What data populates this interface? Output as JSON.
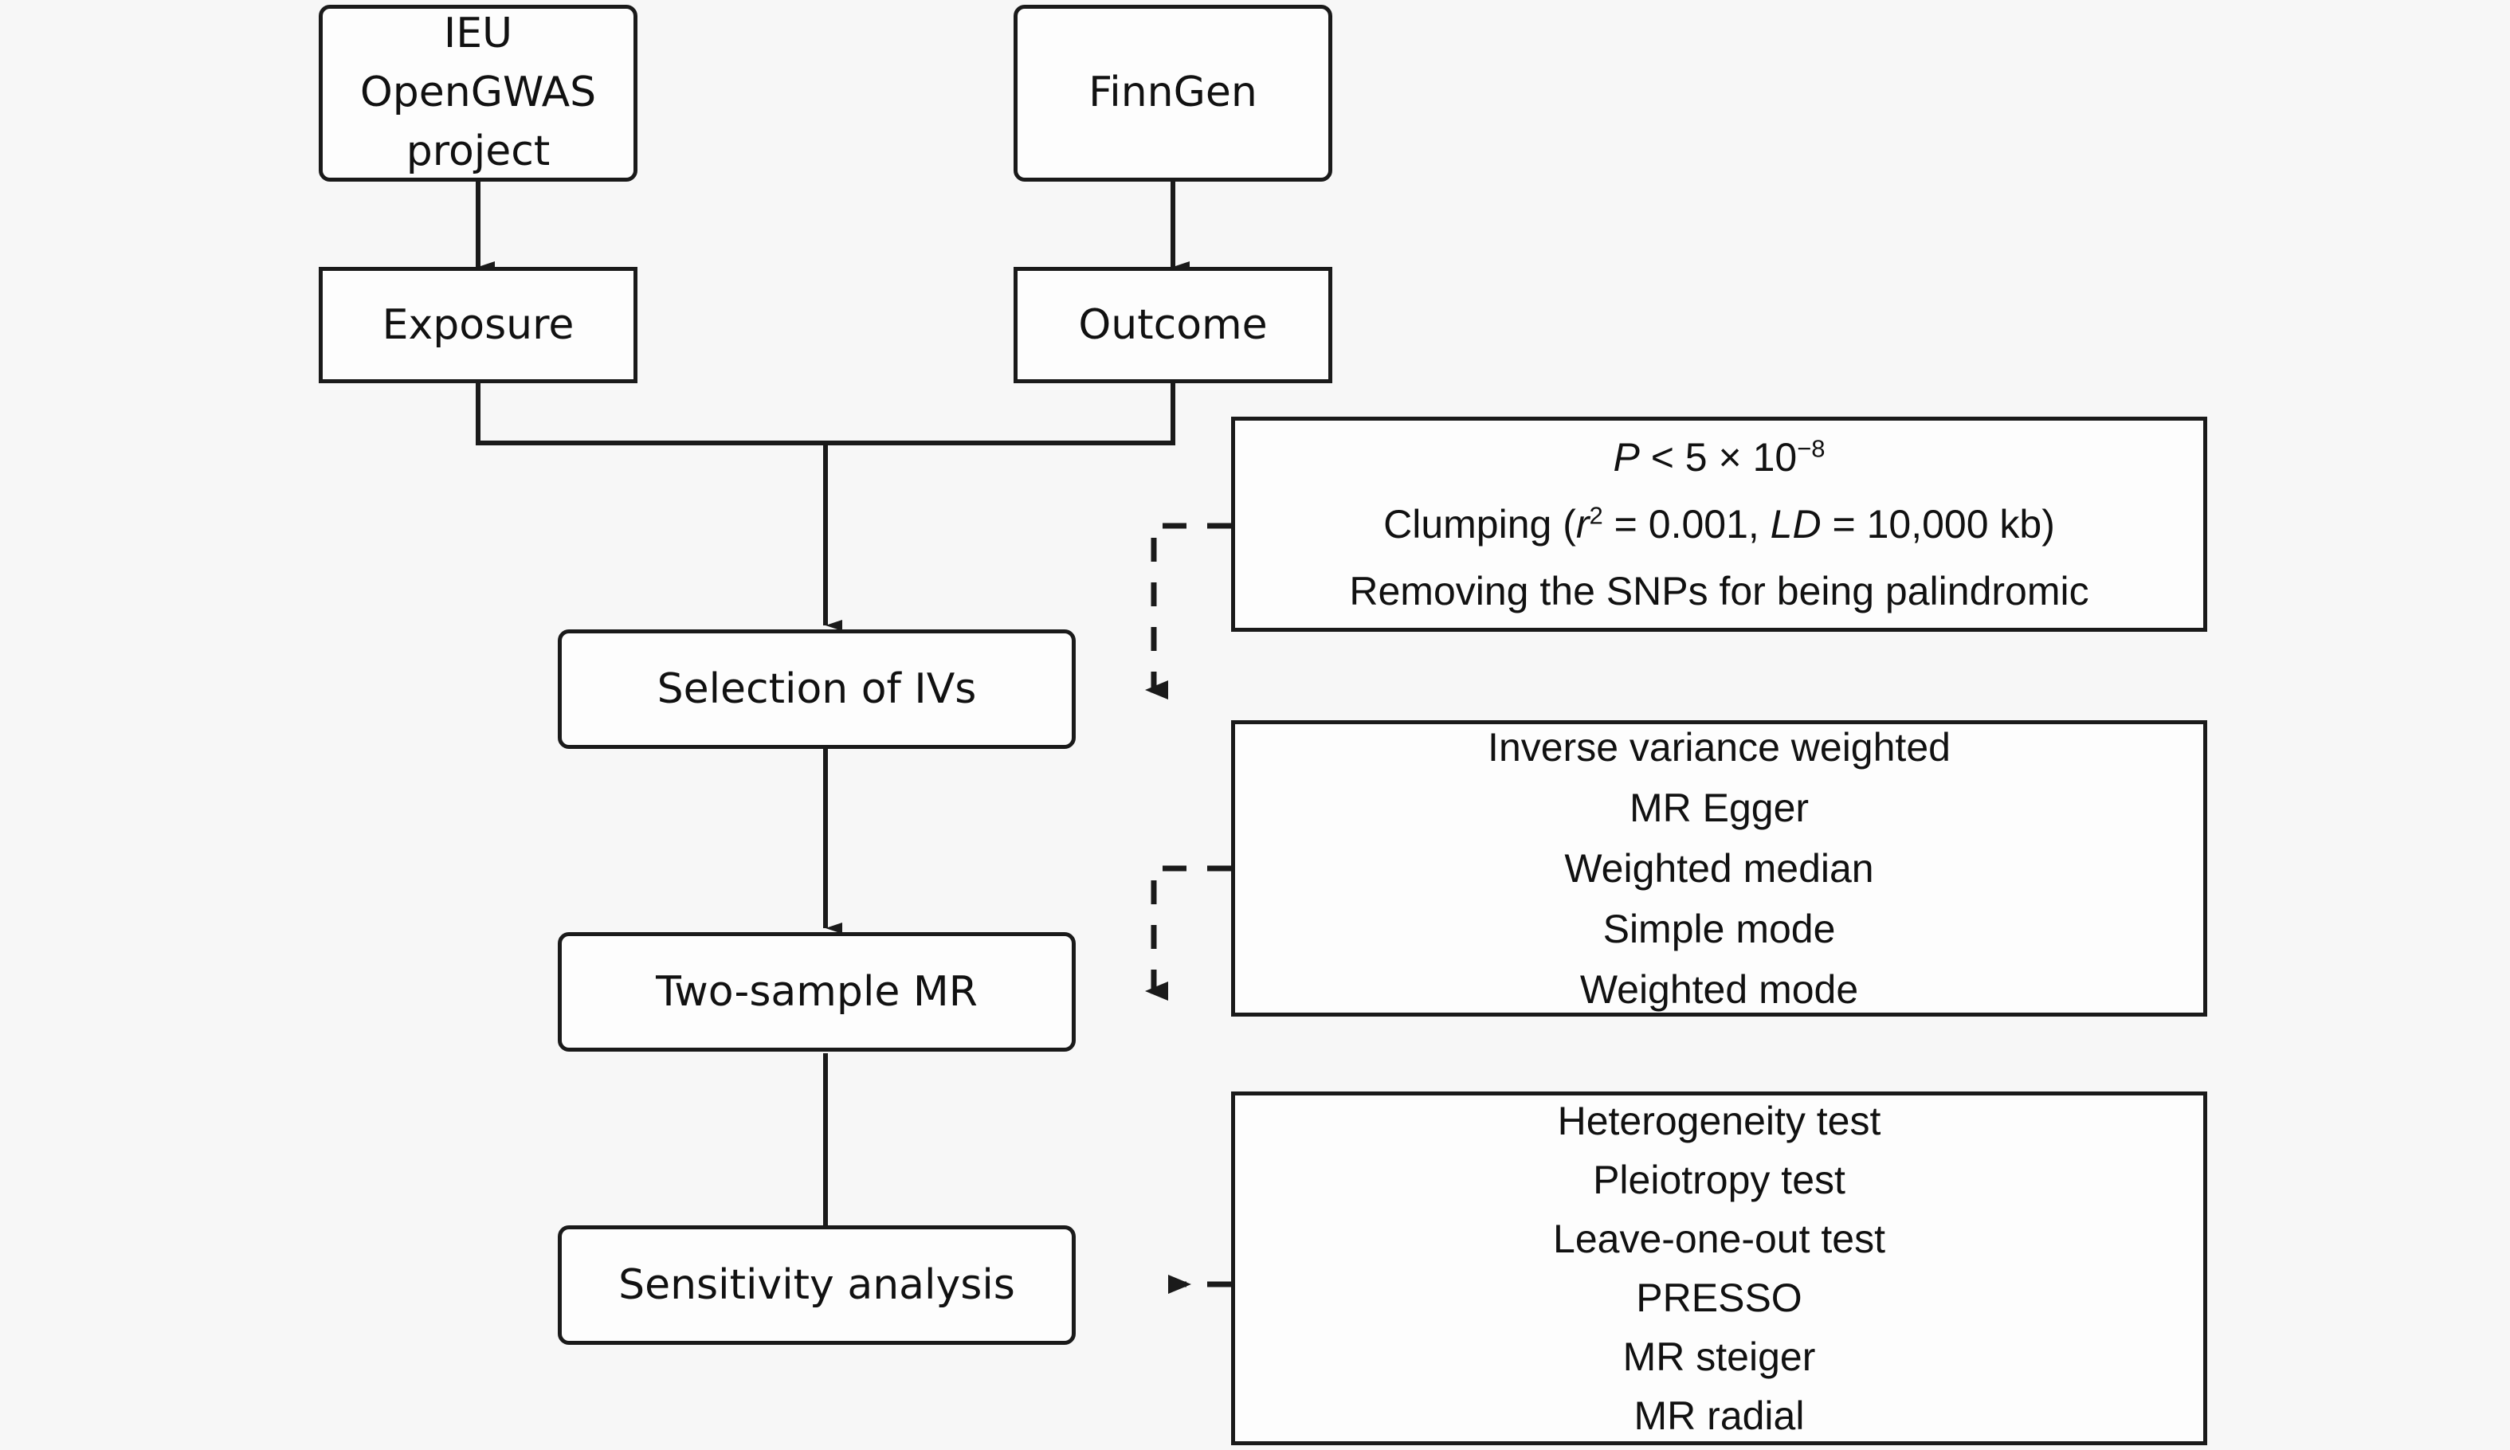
{
  "diagram": {
    "title": "Two-sample Mendelian randomization study design flowchart",
    "background_color": "#f7f7f7",
    "line_color": "#1a1a1a",
    "box_fill": "#fdfdfd"
  },
  "sources": [
    {
      "id": "ieu",
      "label": "IEU\nOpenGWAS\nproject"
    },
    {
      "id": "finngen",
      "label": "FinnGen"
    }
  ],
  "data_roles": [
    {
      "id": "exposure",
      "label": "Exposure"
    },
    {
      "id": "outcome",
      "label": "Outcome"
    }
  ],
  "steps": [
    {
      "id": "selection",
      "label": "Selection of IVs"
    },
    {
      "id": "twosample",
      "label": "Two-sample MR"
    },
    {
      "id": "sensitivity",
      "label": "Sensitivity analysis"
    }
  ],
  "panels": {
    "selection_criteria": {
      "lines": {
        "p_threshold_prefix": "P",
        "p_threshold_rest": " < 5 × 10",
        "p_threshold_exponent": "−8",
        "clumping_prefix": "Clumping (",
        "clumping_r": "r",
        "clumping_r_exponent": "2",
        "clumping_mid": " = 0.001, ",
        "clumping_ld": "LD",
        "clumping_suffix": " = 10,000 kb)",
        "palindromic": "Removing the SNPs for being palindromic"
      }
    },
    "mr_methods": {
      "items": [
        "Inverse variance weighted",
        "MR Egger",
        "Weighted median",
        "Simple mode",
        "Weighted mode"
      ]
    },
    "sensitivity_tests": {
      "items": [
        "Heterogeneity test",
        "Pleiotropy test",
        "Leave-one-out test",
        "PRESSO",
        "MR steiger",
        "MR radial"
      ]
    }
  },
  "connectors": [
    {
      "id": "ieu-to-exposure",
      "style": "solid",
      "arrow": "down"
    },
    {
      "id": "finngen-to-outcome",
      "style": "solid",
      "arrow": "down"
    },
    {
      "id": "exposure-outcome-merge-to-selection",
      "style": "solid",
      "arrow": "down"
    },
    {
      "id": "selection-to-twosample",
      "style": "solid",
      "arrow": "down"
    },
    {
      "id": "twosample-to-sensitivity",
      "style": "solid",
      "arrow": "down"
    },
    {
      "id": "criteria-to-selection",
      "style": "dashed",
      "arrow": "left"
    },
    {
      "id": "methods-to-twosample",
      "style": "dashed",
      "arrow": "left"
    },
    {
      "id": "tests-to-sensitivity",
      "style": "dashed",
      "arrow": "left"
    }
  ]
}
